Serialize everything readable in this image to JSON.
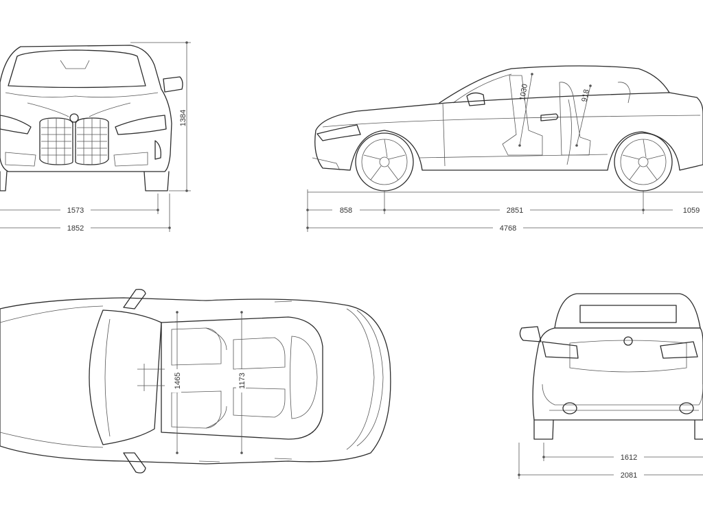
{
  "colors": {
    "line": "#2b2b2b",
    "dimension": "#555555",
    "background": "#ffffff"
  },
  "front_view": {
    "height": "1384",
    "track_width": "1573",
    "overall_width": "1852"
  },
  "side_view": {
    "front_overhang": "858",
    "wheelbase": "2851",
    "rear_overhang": "1059",
    "overall_length": "4768",
    "headroom_front": "1030",
    "headroom_rear": "918"
  },
  "top_view": {
    "interior_width_front": "1465",
    "interior_width_rear": "1173"
  },
  "rear_view": {
    "track_width": "1612",
    "width_with_mirrors": "2081"
  }
}
